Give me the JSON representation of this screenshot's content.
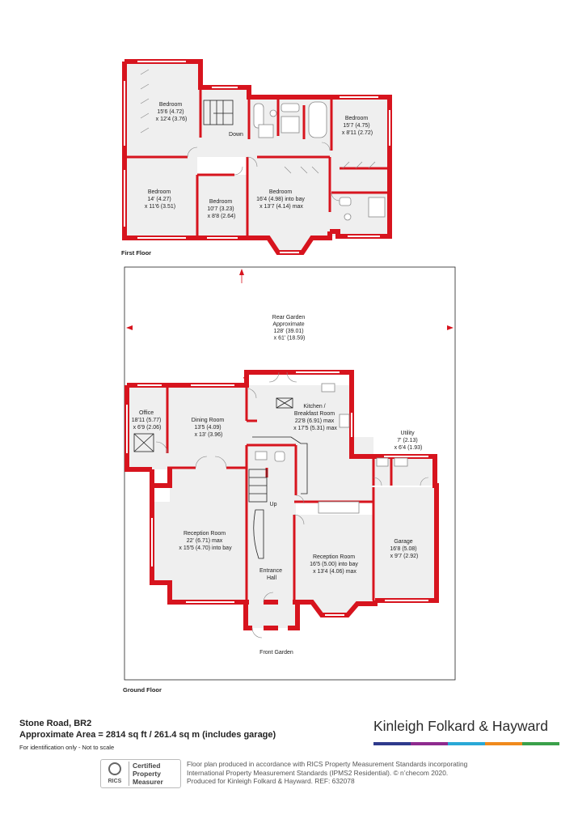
{
  "first_floor": {
    "label": "First Floor",
    "rooms": {
      "bedroom_1": {
        "name": "Bedroom",
        "dims": [
          "15'6 (4.72)",
          "x 12'4 (3.76)"
        ]
      },
      "bedroom_2": {
        "name": "Bedroom",
        "dims": [
          "15'7 (4.75)",
          "x 8'11 (2.72)"
        ]
      },
      "bedroom_3": {
        "name": "Bedroom",
        "dims": [
          "14' (4.27)",
          "x 11'6 (3.51)"
        ]
      },
      "bedroom_4": {
        "name": "Bedroom",
        "dims": [
          "10'7 (3.23)",
          "x 8'8 (2.64)"
        ]
      },
      "bedroom_5": {
        "name": "Bedroom",
        "dims": [
          "16'4 (4.98) into bay",
          "x 13'7 (4.14) max"
        ]
      },
      "stairs": {
        "name": "Down"
      }
    }
  },
  "ground_floor": {
    "label": "Ground Floor",
    "rear_garden": {
      "name": "Rear Garden",
      "dims": [
        "Approximate",
        "128' (39.01)",
        "x 61' (18.59)"
      ]
    },
    "front_garden": {
      "name": "Front Garden"
    },
    "rooms": {
      "office": {
        "name": "Office",
        "dims": [
          "18'11 (5.77)",
          "x 6'9 (2.06)"
        ]
      },
      "dining": {
        "name": "Dining Room",
        "dims": [
          "13'5 (4.09)",
          "x 13' (3.96)"
        ]
      },
      "kitchen": {
        "name": "Kitchen /",
        "name2": "Breakfast Room",
        "dims": [
          "22'8 (6.91) max",
          "x 17'5 (5.31) max"
        ]
      },
      "utility": {
        "name": "Utility",
        "dims": [
          "7' (2.13)",
          "x 6'4 (1.93)"
        ]
      },
      "reception_1": {
        "name": "Reception Room",
        "dims": [
          "22' (6.71) max",
          "x 15'5 (4.70) into bay"
        ]
      },
      "reception_2": {
        "name": "Reception Room",
        "dims": [
          "16'5 (5.00) into bay",
          "x 13'4 (4.06) max"
        ]
      },
      "garage": {
        "name": "Garage",
        "dims": [
          "16'8 (5.08)",
          "x 9'7 (2.92)"
        ]
      },
      "hall": {
        "name": "Entrance",
        "name2": "Hall"
      },
      "stairs": {
        "name": "Up"
      }
    }
  },
  "footer": {
    "address": "Stone Road, BR2",
    "area": "Approximate Area = 2814 sq ft / 261.4 sq m (includes garage)",
    "note": "For identification only - Not to scale",
    "brand": "Kinleigh Folkard & Hayward",
    "brand_colors": [
      "#2e3a8c",
      "#8e2a8e",
      "#29a8d6",
      "#f08a1c",
      "#3aa04a"
    ],
    "rics_label": "RICS",
    "rics_badge": [
      "Certified",
      "Property",
      "Measurer"
    ],
    "disclaimer": [
      "Floor plan produced in accordance with RICS Property Measurement Standards incorporating",
      "International Property Measurement Standards (IPMS2 Residential).  © n’checom 2020.",
      "Produced for Kinleigh Folkard & Hayward.   REF: 632078"
    ]
  },
  "colors": {
    "wall": "#d7141e",
    "floor": "#efefef",
    "text": "#222222"
  }
}
